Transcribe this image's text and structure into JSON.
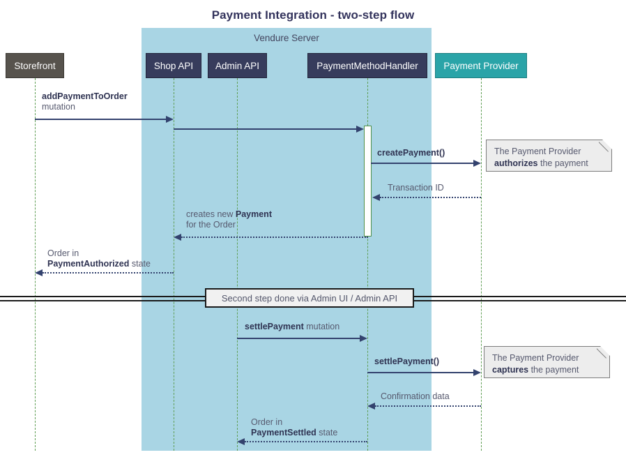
{
  "diagram": {
    "title": "Payment Integration - two-step flow",
    "type": "sequence-diagram",
    "colors": {
      "group_background": "#a9d5e4",
      "participant_dark": "#373c5c",
      "participant_grey": "#57534d",
      "participant_teal": "#2aa4a8",
      "arrow": "#33426e",
      "lifeline": "#5f9e54",
      "note_background": "#ededed",
      "title_text": "#33335c"
    }
  },
  "group": {
    "label": "Vendure Server"
  },
  "participants": [
    {
      "id": "storefront",
      "label": "Storefront",
      "style": "grey"
    },
    {
      "id": "shop-api",
      "label": "Shop API",
      "style": "dark"
    },
    {
      "id": "admin-api",
      "label": "Admin API",
      "style": "dark"
    },
    {
      "id": "payment-method-handler",
      "label": "PaymentMethodHandler",
      "style": "dark"
    },
    {
      "id": "payment-provider",
      "label": "Payment Provider",
      "style": "teal"
    }
  ],
  "messages": [
    {
      "id": "add-payment-to-order",
      "from": "storefront",
      "to": "shop-api",
      "kind": "solid",
      "direction": "right",
      "lines": [
        {
          "text": "addPaymentToOrder",
          "bold": true
        },
        {
          "text": "mutation",
          "bold": false
        }
      ]
    },
    {
      "id": "shop-api-to-handler",
      "from": "shop-api",
      "to": "payment-method-handler",
      "kind": "solid",
      "direction": "right",
      "lines": []
    },
    {
      "id": "create-payment",
      "from": "payment-method-handler",
      "to": "payment-provider",
      "kind": "solid",
      "direction": "right",
      "lines": [
        {
          "text": "createPayment()",
          "bold": true
        }
      ]
    },
    {
      "id": "transaction-id",
      "from": "payment-provider",
      "to": "payment-method-handler",
      "kind": "dotted",
      "direction": "left",
      "lines": [
        {
          "text": "Transaction ID",
          "bold": false
        }
      ]
    },
    {
      "id": "creates-new-payment",
      "from": "payment-method-handler",
      "to": "shop-api",
      "kind": "dotted",
      "direction": "left",
      "lines": [
        {
          "text": "creates new ",
          "bold": false,
          "bold_tail": "Payment"
        },
        {
          "text": "for the Order",
          "bold": false
        }
      ]
    },
    {
      "id": "order-payment-authorized",
      "from": "shop-api",
      "to": "storefront",
      "kind": "dotted",
      "direction": "left",
      "lines": [
        {
          "text": "Order in",
          "bold": false
        },
        {
          "text": "PaymentAuthorized",
          "bold": true,
          "plain_tail": " state"
        }
      ]
    },
    {
      "id": "settle-payment-mutation",
      "from": "admin-api",
      "to": "payment-method-handler",
      "kind": "solid",
      "direction": "right",
      "lines": [
        {
          "text": "settlePayment",
          "bold": true,
          "plain_tail": " mutation"
        }
      ]
    },
    {
      "id": "settle-payment-call",
      "from": "payment-method-handler",
      "to": "payment-provider",
      "kind": "solid",
      "direction": "right",
      "lines": [
        {
          "text": "settlePayment()",
          "bold": true
        }
      ]
    },
    {
      "id": "confirmation-data",
      "from": "payment-provider",
      "to": "payment-method-handler",
      "kind": "dotted",
      "direction": "left",
      "lines": [
        {
          "text": "Confirmation data",
          "bold": false
        }
      ]
    },
    {
      "id": "order-payment-settled",
      "from": "payment-method-handler",
      "to": "admin-api",
      "kind": "dotted",
      "direction": "left",
      "lines": [
        {
          "text": "Order in",
          "bold": false
        },
        {
          "text": "PaymentSettled",
          "bold": true,
          "plain_tail": " state"
        }
      ]
    }
  ],
  "labels": {
    "add_payment_line1": "addPaymentToOrder",
    "add_payment_line2": "mutation",
    "create_payment": "createPayment()",
    "transaction_id": "Transaction ID",
    "creates_new_prefix": "creates new ",
    "creates_new_bold": "Payment",
    "creates_new_line2": "for the Order",
    "order_auth_line1": "Order in",
    "order_auth_bold": "PaymentAuthorized",
    "order_auth_suffix": " state",
    "settle_mutation_bold": "settlePayment",
    "settle_mutation_suffix": " mutation",
    "settle_payment_call": "settlePayment()",
    "confirmation_data": "Confirmation data",
    "order_settled_line1": "Order in",
    "order_settled_bold": "PaymentSettled",
    "order_settled_suffix": " state"
  },
  "notes": [
    {
      "id": "note-authorizes",
      "line1": "The Payment Provider",
      "bold": "authorizes",
      "suffix": " the payment"
    },
    {
      "id": "note-captures",
      "line1": "The Payment Provider",
      "bold": "captures",
      "suffix": " the payment"
    }
  ],
  "divider": {
    "label": "Second step done via Admin UI / Admin API"
  }
}
